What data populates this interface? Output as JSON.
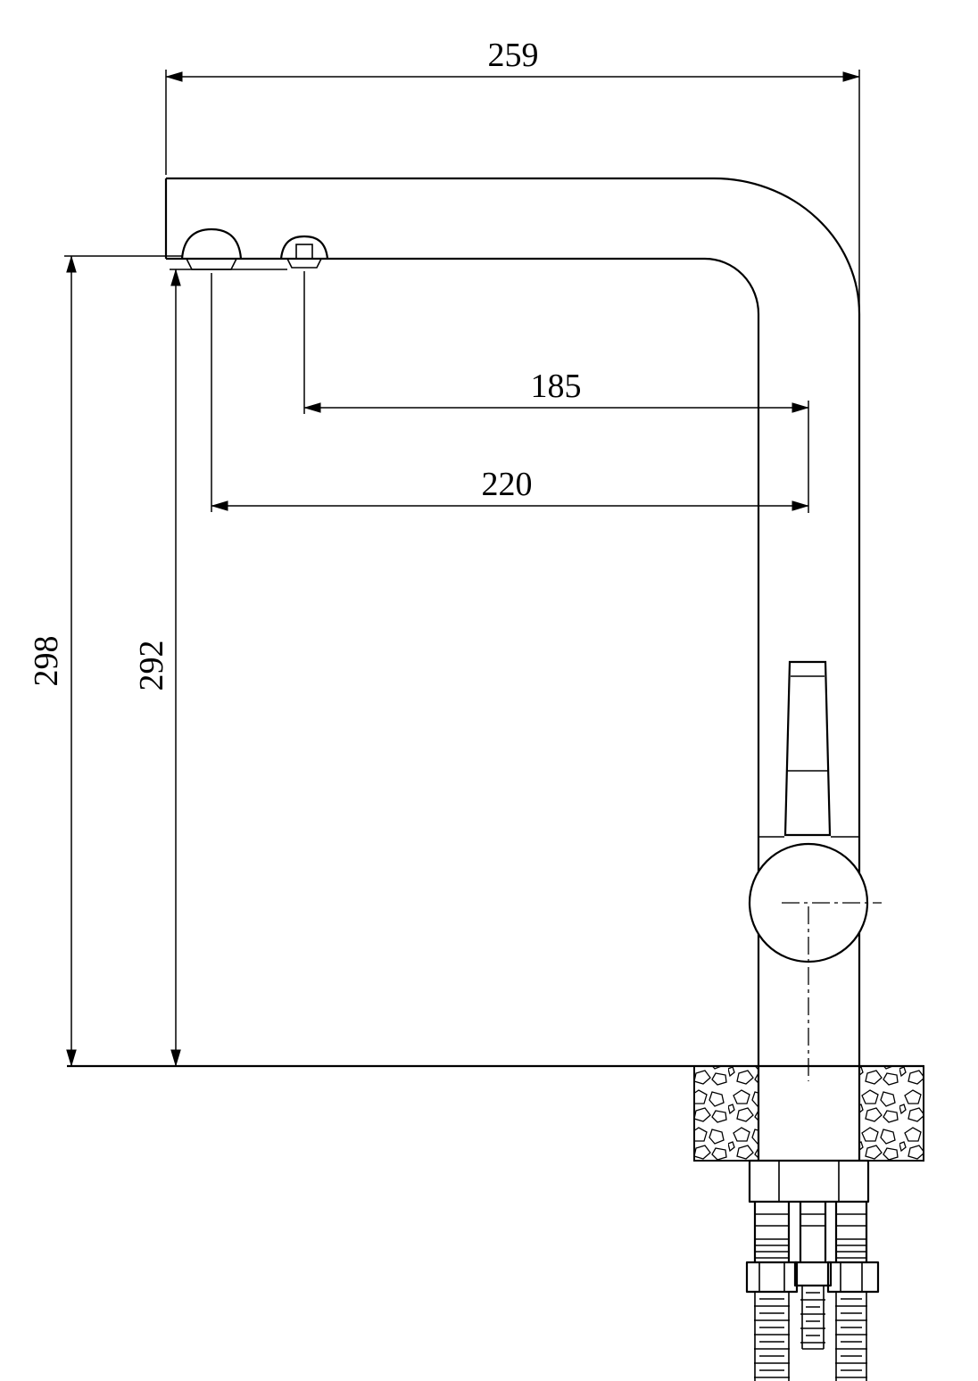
{
  "drawing": {
    "subject": "kitchen-faucet-side-view-technical-drawing",
    "colors": {
      "line": "#000000",
      "background": "#ffffff"
    },
    "dimensions": {
      "top_width": "259",
      "upper_reach": "185",
      "lower_reach": "220",
      "overall_height": "298",
      "spout_height": "292"
    }
  }
}
